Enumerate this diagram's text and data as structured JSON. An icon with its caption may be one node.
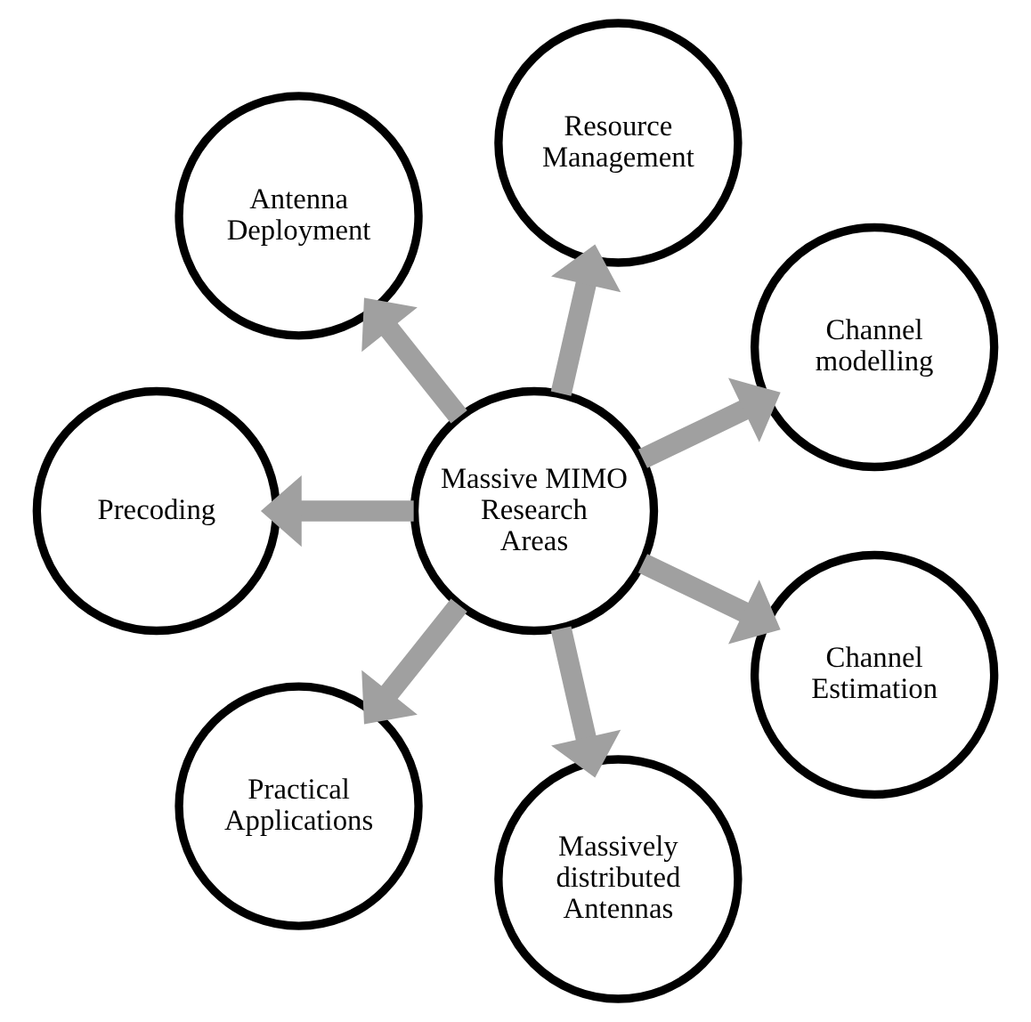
{
  "diagram": {
    "nodes": [
      {
        "text": [
          "Channel modelling"
        ]
      },
      {
        "text": [
          "Resource Management"
        ]
      },
      {
        "text": [
          "Antenna Deployment"
        ]
      },
      {
        "text": [
          "Precoding"
        ]
      },
      {
        "text": [
          "Massive MIMO Research Areas"
        ]
      },
      {
        "text": [
          "Practical Applications"
        ]
      },
      {
        "text": [
          "Massively distributed Antennas"
        ]
      },
      {
        "text": [
          "Channel Estimation"
        ]
      }
    ],
    "edges": [
      {
        "from": 4,
        "to": 0,
        "arrow": "to"
      },
      {
        "from": 4,
        "to": 2,
        "arrow": "to"
      },
      {
        "from": 4,
        "to": 5,
        "arrow": "to"
      },
      {
        "from": 4,
        "to": 7,
        "arrow": "to"
      },
      {
        "from": 4,
        "to": 6,
        "arrow": "to"
      },
      {
        "from": 4,
        "to": 3,
        "arrow": "to"
      },
      {
        "from": 4,
        "to": 1,
        "arrow": "to"
      }
    ]
  }
}
